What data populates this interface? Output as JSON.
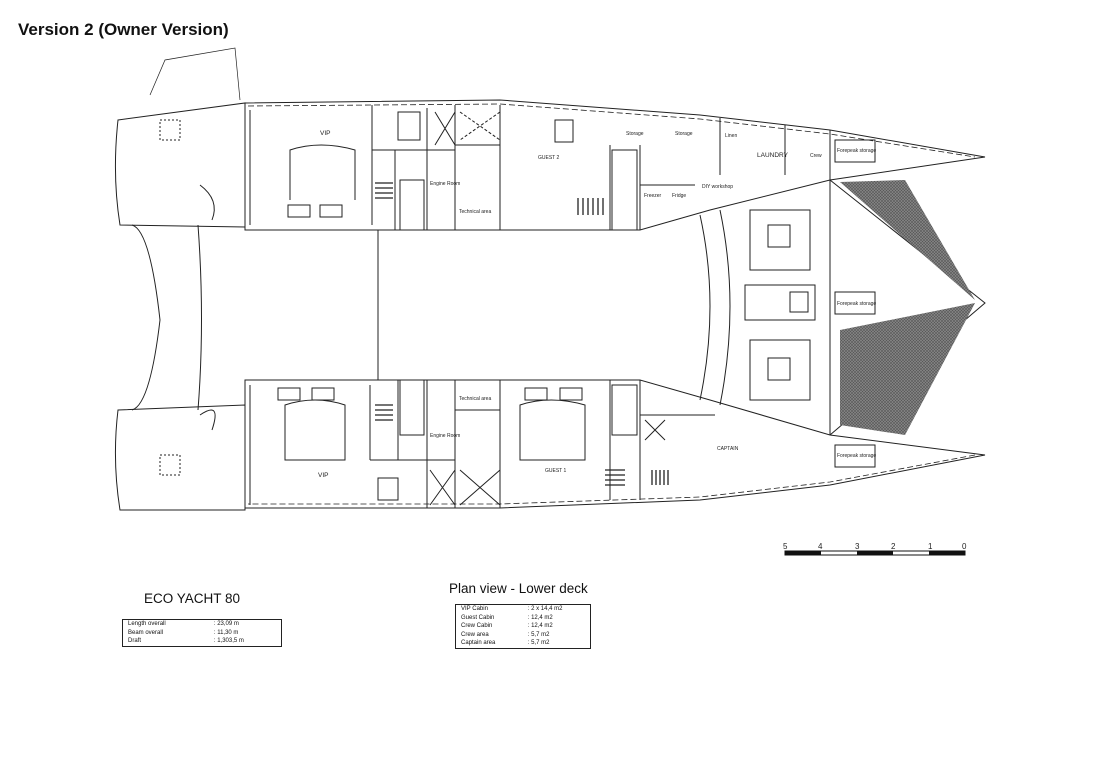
{
  "page_title": "Version 2 (Owner Version)",
  "plan": {
    "upper_hull": {
      "vip": "VIP",
      "engine_room": "Engine Room",
      "technical_area": "Technical area",
      "guest": "GUEST 2",
      "storage_1": "Storage",
      "storage_2": "Storage",
      "linen": "Linen",
      "laundry": "LAUNDRY",
      "crew": "Crew",
      "freezer": "Freezer",
      "fridge": "Fridge",
      "diy_workshop": "DIY workshop",
      "forepeak": "Forepeak storage"
    },
    "bridge": {
      "forepeak": "Forepeak storage"
    },
    "lower_hull": {
      "vip": "VIP",
      "engine_room": "Engine Room",
      "technical_area": "Technical area",
      "guest": "GUEST 1",
      "captain": "CAPTAIN",
      "forepeak": "Forepeak storage"
    }
  },
  "scale_bar": {
    "ticks": [
      "5",
      "4",
      "3",
      "2",
      "1",
      "0"
    ]
  },
  "specs": {
    "title": "ECO YACHT 80",
    "rows": [
      {
        "label": "Length overall",
        "value": ": 23,09 m"
      },
      {
        "label": "Beam overall",
        "value": ": 11,30 m"
      },
      {
        "label": "Draft",
        "value": ": 1,303,5 m"
      }
    ]
  },
  "areas": {
    "title": "Plan view - Lower deck",
    "rows": [
      {
        "label": "VIP Cabin",
        "value": ": 2 x 14,4 m2"
      },
      {
        "label": "Guest Cabin",
        "value": ": 12,4 m2"
      },
      {
        "label": "Crew Cabin",
        "value": ": 12,4 m2"
      },
      {
        "label": "Crew area",
        "value": ": 5,7 m2"
      },
      {
        "label": "Captain area",
        "value": ": 5,7 m2"
      }
    ]
  }
}
